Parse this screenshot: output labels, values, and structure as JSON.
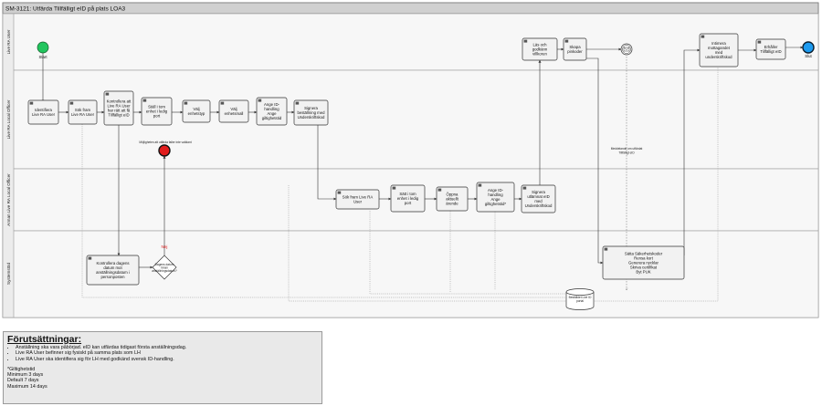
{
  "pool": {
    "title": "SM-3121: Utfärda Tillfälligt eID på plats LOA3",
    "lanes": [
      "Live RA User",
      "Live RA Local Officer",
      "Annan Live RA Local Officer",
      "Systemstöd"
    ]
  },
  "events": {
    "start": "Start",
    "end": "Slut",
    "error_label": "Möjligheten att utfärda faller inte validant"
  },
  "tasks": [
    {
      "id": "t1",
      "lines": [
        "Identifiera",
        "Live RA User"
      ]
    },
    {
      "id": "t2",
      "lines": [
        "Sök fram",
        "Live RA User"
      ]
    },
    {
      "id": "t3",
      "lines": [
        "Kontrollera att",
        "Live RA User",
        "har rätt att få",
        "Tillfälligt eID"
      ]
    },
    {
      "id": "t4",
      "lines": [
        "Ställ i tom",
        "enhet i ledig",
        "port"
      ]
    },
    {
      "id": "t5",
      "lines": [
        "Välj",
        "enhetstyp"
      ]
    },
    {
      "id": "t6",
      "lines": [
        "Välj",
        "enhetsmall"
      ]
    },
    {
      "id": "t7",
      "lines": [
        "Ange ID-",
        "handling",
        "Ange",
        "giltighetstid"
      ]
    },
    {
      "id": "t8",
      "lines": [
        "Signera",
        "beställning med",
        "Underskriftskod"
      ]
    },
    {
      "id": "t9",
      "lines": [
        "Läs och",
        "godkänn",
        "villkoren"
      ]
    },
    {
      "id": "t10",
      "lines": [
        "Skapa",
        "pinkoder"
      ]
    },
    {
      "id": "t11",
      "lines": [
        "Sök fram Live RA",
        "User"
      ]
    },
    {
      "id": "t12",
      "lines": [
        "Sätt i tom",
        "enhet i ledig",
        "port"
      ]
    },
    {
      "id": "t13",
      "lines": [
        "Öppna",
        "aktuellt",
        "ärende"
      ]
    },
    {
      "id": "t14",
      "lines": [
        "Ange ID-",
        "handling",
        "Ange",
        "giltighetstid*"
      ]
    },
    {
      "id": "t15",
      "lines": [
        "Signera",
        "utlämnat eID",
        "med",
        "Underskriftskod"
      ]
    },
    {
      "id": "t16",
      "lines": [
        "Kontrollera dagens",
        "datum mot",
        "anställningsdatum i",
        "personposten"
      ]
    },
    {
      "id": "t17",
      "lines": [
        "Sätta Säkerhetskoder",
        "Rensa kort",
        "Generera nycklar",
        "Skriva certifikat",
        "Byt PUK"
      ]
    },
    {
      "id": "t18",
      "lines": [
        "Intimera",
        "mottagandet",
        "med",
        "underskriftskod"
      ]
    },
    {
      "id": "t19",
      "lines": [
        "Erhåller",
        "Tillfälligt eID"
      ]
    }
  ],
  "gateway": {
    "lines": [
      "Dagens datum",
      "innan",
      "anställningsdatum?"
    ],
    "no_label": "Nej"
  },
  "message_label": [
    "Meddelande om utfärdat",
    "Tillfälligt eID"
  ],
  "datastore": {
    "lines": [
      "Beställdet Live ID",
      "portal"
    ]
  },
  "notes": {
    "title": "Förutsättningar:",
    "bullets": [
      "Anställning ska vara påbörjad. eID kan utfärdas tidigast första anställningsdag.",
      "Live RA User befinner sig fysiskt på samma plats som LH",
      "Live RA User ska identifiera sig för LH med godkänd svensk ID-handling."
    ],
    "validity_title": "*Giltighetstid",
    "validity_lines": [
      "Minimum 3 days",
      "Default 7 days",
      "Maximum 14 days"
    ]
  },
  "colors": {
    "start": "#22c55e",
    "end": "#1d9bf0",
    "error": "#e11d1d",
    "no_label": "#e11d1d",
    "pool_header": "#d0d0d0",
    "lane_fill": "#f7f7f7"
  }
}
